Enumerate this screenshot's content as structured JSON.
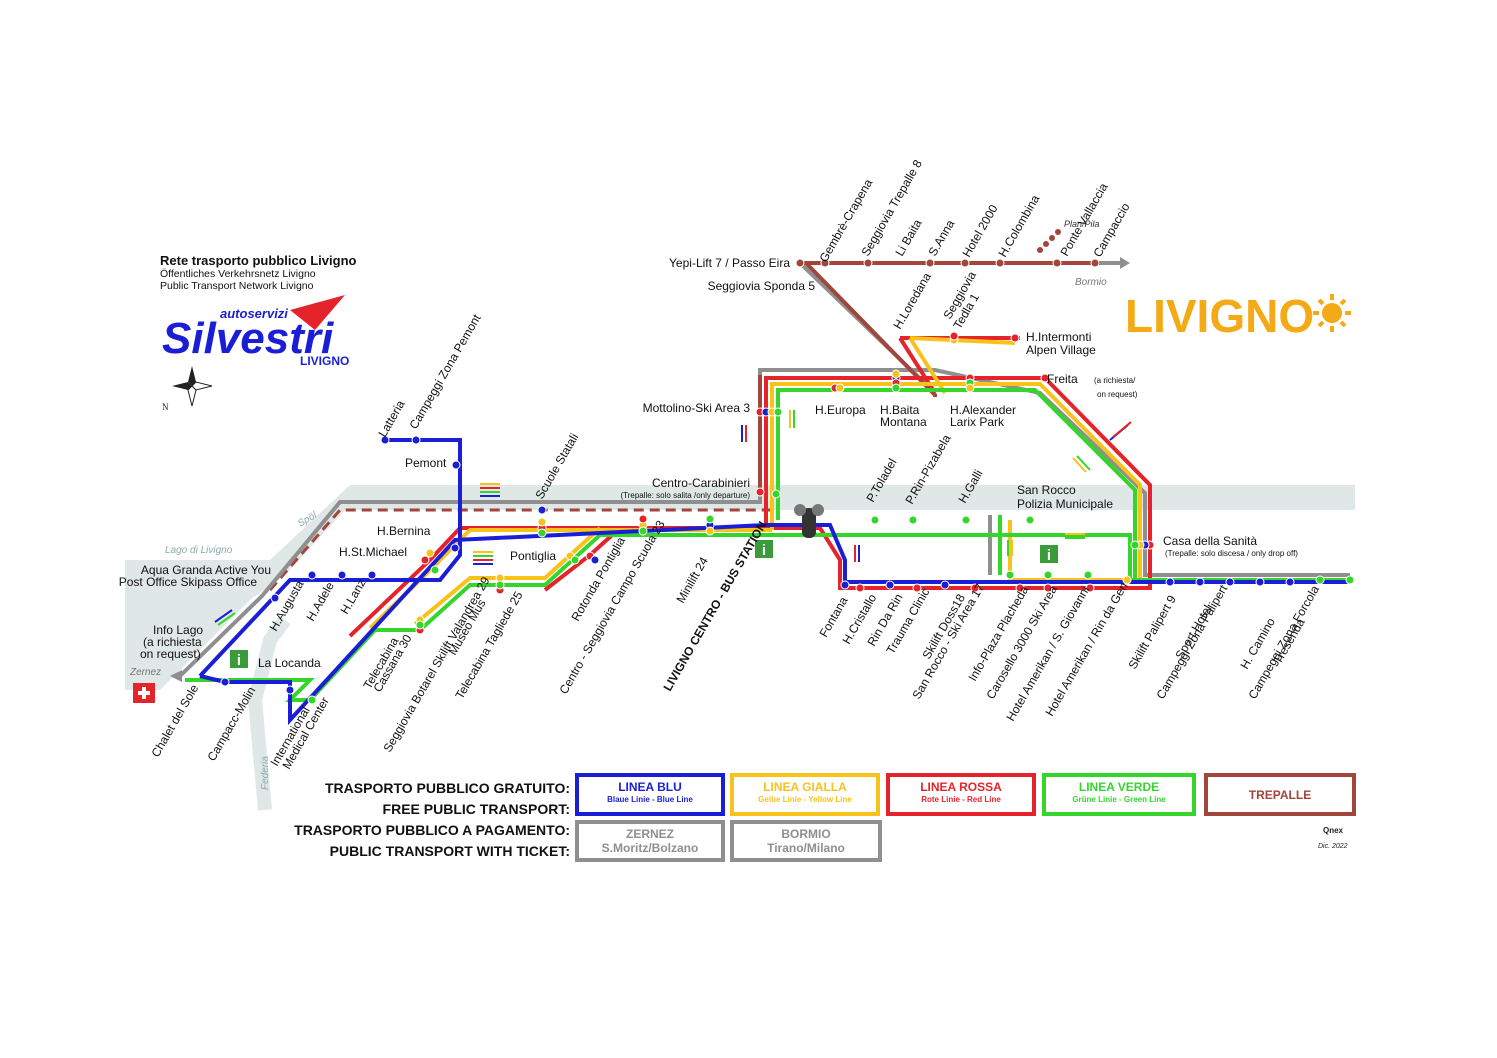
{
  "header": {
    "title": "Rete trasporto pubblico Livigno",
    "subtitle_de": "Öffentliches Verkehrsnetz  Livigno",
    "subtitle_en": "Public Transport Network  Livigno",
    "logo_top": "autoservizi",
    "logo_main": "Silvestri",
    "logo_bottom": "LIVIGNO",
    "compass_n": "N"
  },
  "brand": {
    "livigno": "LIVIGNO"
  },
  "colors": {
    "blue": "#1a1fd6",
    "yellow": "#f7c21a",
    "red": "#e5232b",
    "green": "#34d62c",
    "trepalle": "#a2453a",
    "grey": "#8f8f8f",
    "brand_orange": "#f3aa16"
  },
  "places": {
    "lago": "Lago di Livigno",
    "spol": "Spöl",
    "federia": "Federia",
    "zernez": "Zernez",
    "bormio": "Bormio",
    "plan": "Plan/Pila"
  },
  "stops": {
    "latteria": "Latteria",
    "campeggi_pemont": "Campeggi Zona Pemont",
    "pemont": "Pemont",
    "hbernina": "H.Bernina",
    "hstmichael": "H.St.Michael",
    "aqua1": "Aqua Granda Active You",
    "aqua2": "Post Office Skipass Office",
    "haugusta": "H.Augusta",
    "hadele": "H.Adele",
    "hlanz": "H.Lanz",
    "infolago1": "Info Lago",
    "infolago2": "(a richiesta",
    "infolago3": "on request)",
    "lalocanda": "La Locanda",
    "chalet": "Chalet del Sole",
    "campacc": "Campacc-Molin",
    "imc1": "International",
    "imc2": "Medical Center",
    "tele30a": "Telecabina",
    "tele30b": "Cassana 30",
    "museo": "Museo Mus",
    "botarel": "Seggiovia Botarel Skilift Valandrea 29",
    "tagliede": "Telecabina Tagliede 25",
    "pontiglia": "Pontiglia",
    "rotonda": "Rotonda Pontiglia",
    "centro_scuola": "Centro - Seggiovia Campo Scuola 23",
    "minilift": "Minilift 24",
    "scuole": "Scuole Statali",
    "carabinieri": "Centro-Carabinieri",
    "carabinieri_note": "(Trepalle: solo salita /only departure)",
    "busstation": "LIVIGNO CENTRO - BUS STATION",
    "mottolino": "Mottolino-Ski Area 3",
    "heuropa": "H.Europa",
    "hbaita1": "H.Baita",
    "hbaita2": "Montana",
    "halex1": "H.Alexander",
    "halex2": "Larix Park",
    "freita": "Freita",
    "freita_note1": "(a richiesta/",
    "freita_note2": "on request)",
    "hloredana": "H.Loredana",
    "tedla1": "Seggiovia",
    "tedla2": "Tedla 1",
    "hinter1": "H.Intermonti",
    "hinter2": "Alpen Village",
    "ptoladel": "P.Toladel",
    "prin": "P.Rin-Pizabela",
    "hgalli": "H.Galli",
    "sanrocco1": "San Rocco",
    "sanrocco2": "Polizia Municipale",
    "casa": "Casa della Sanità",
    "casa_note": "(Trepalle: solo discesa / only drop off)",
    "fontana": "Fontana",
    "hcristallo": "H.Cristallo",
    "rindarin": "Rin Da Rin",
    "trauma": "Trauma Clinic",
    "doss": "Skilift Doss18",
    "sanrocco_ski": "San Rocco - Ski Area 17",
    "placheda": "Info-Plaza Placheda",
    "carosello": "Carosello 3000 Ski Area",
    "amerikan_sg": "Hotel Amerikan / S. Giovanni",
    "amerikan_rin": "Hotel Amerikan / Rin da Gen",
    "palipert9": "Skilift Palipert 9",
    "sport": "Sport Hotel",
    "camp_palipert": "Campeggi Zona Palipert",
    "hcamino": "H. Camino",
    "tresenda": "Tresenda",
    "forcola": "Campeggi Zona Forcola",
    "yepi": "Yepi-Lift 7 / Passo Eira",
    "sponda": "Seggiovia Sponda 5",
    "gembre": "Gembrè-Crapena",
    "trepalle8": "Seggiovia Trepalle 8",
    "libaita": "Li Baita",
    "sanna": "S.Anna",
    "hotel2000": "Hotel 2000",
    "hcolombina": "H.Colombina",
    "pontev": "Ponte Vallaccia",
    "campaccio": "Campaccio"
  },
  "legend": {
    "free_it": "TRASPORTO PUBBLICO GRATUITO:",
    "free_en": "FREE PUBLIC TRANSPORT:",
    "paid_it": "TRASPORTO PUBBLICO A PAGAMENTO:",
    "paid_en": "PUBLIC TRANSPORT WITH TICKET:",
    "blu": {
      "name": "LINEA BLU",
      "sub": "Blaue Linie - Blue Line"
    },
    "gialla": {
      "name": "LINEA GIALLA",
      "sub": "Gelbe Linie - Yellow Line"
    },
    "rossa": {
      "name": "LINEA ROSSA",
      "sub": "Rote Linie - Red Line"
    },
    "verde": {
      "name": "LINEA VERDE",
      "sub": "Grüne Linie - Green Line"
    },
    "trepalle": {
      "name": "TREPALLE"
    },
    "zernez": {
      "name": "ZERNEZ",
      "sub": "S.Moritz/Bolzano"
    },
    "bormio": {
      "name": "BORMIO",
      "sub": "Tirano/Milano"
    }
  },
  "credit": {
    "author": "Qnex",
    "date": "Dic. 2022"
  }
}
